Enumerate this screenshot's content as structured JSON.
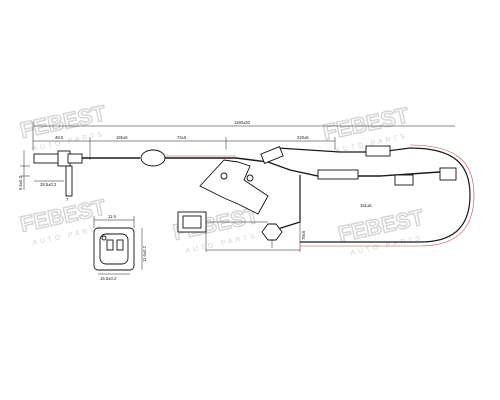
{
  "watermark": {
    "brand": "FEBEST",
    "tagline": "AUTO PARTS"
  },
  "dimensions": {
    "total_length": "1160±30",
    "connector_length": "48.5",
    "seg_a": "165±5",
    "seg_b": "72±5",
    "seg_c": "220±5",
    "loop_length": "151±5",
    "drop_length": "78±5",
    "sensor_height": "6.6±0.2",
    "sensor_body": "28.5±0.2",
    "sensor_tip": "7",
    "plug_width": "11.9",
    "plug_inner": "15.6±0.2",
    "plug_height": "11.6±0.2"
  }
}
